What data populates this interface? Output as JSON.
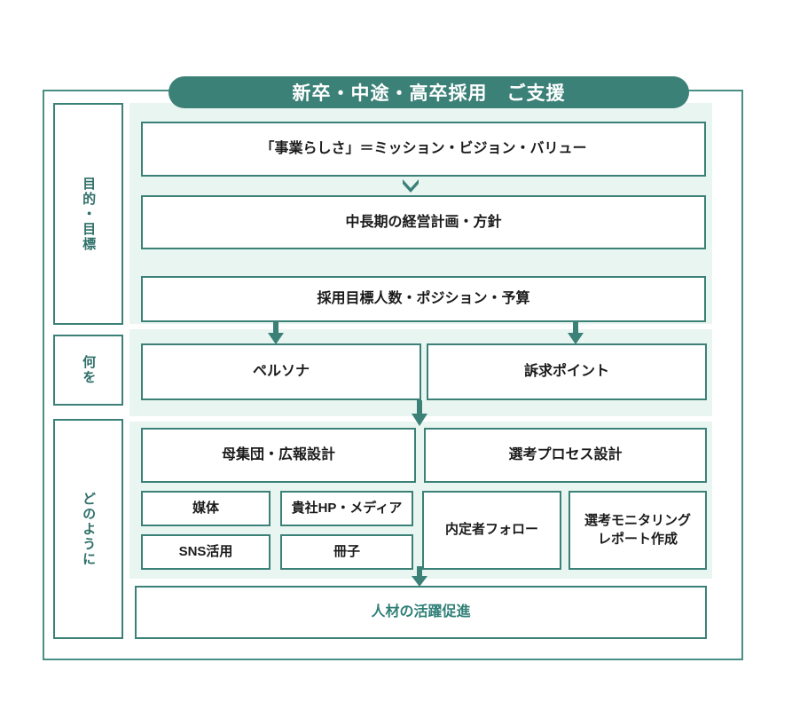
{
  "banner": {
    "title": "新卒・中途・高卒採用　ご支援"
  },
  "colors": {
    "accent": "#3b8178",
    "panel_bg": "#e9f5f1",
    "frame": "#4a8f86",
    "promote_text": "#2f7f77",
    "box_text": "#1b1b1b",
    "banner_text": "#ffffff",
    "page_bg": "#ffffff"
  },
  "sections": [
    {
      "key": "goal",
      "sidebar_label": "目的・目標",
      "boxes": [
        {
          "key": "mvv",
          "label": "「事業らしさ」＝ミッション・ビジョン・バリュー"
        },
        {
          "key": "plan",
          "label": "中長期の経営計画・方針"
        },
        {
          "key": "target",
          "label": "採用目標人数・ポジション・予算"
        }
      ]
    },
    {
      "key": "what",
      "sidebar_label": "何を",
      "boxes": [
        {
          "key": "persona",
          "label": "ペルソナ"
        },
        {
          "key": "appeal",
          "label": "訴求ポイント"
        }
      ]
    },
    {
      "key": "how",
      "sidebar_label": "どのように",
      "boxes": [
        {
          "key": "pool",
          "label": "母集団・広報設計"
        },
        {
          "key": "process",
          "label": "選考プロセス設計"
        },
        {
          "key": "media",
          "label": "媒体"
        },
        {
          "key": "hp",
          "label": "貴社HP・メディア"
        },
        {
          "key": "sns",
          "label": "SNS活用"
        },
        {
          "key": "book",
          "label": "冊子"
        },
        {
          "key": "offer",
          "label": "内定者フォロー"
        },
        {
          "key": "report",
          "label": "選考モニタリング\nレポート作成"
        }
      ]
    }
  ],
  "footer": {
    "promote_label": "人材の活躍促進"
  },
  "arrows": [
    {
      "key": "mvv-to-plan",
      "type": "chevron-down-icon"
    },
    {
      "key": "target-to-persona",
      "type": "arrow-down-icon"
    },
    {
      "key": "target-to-appeal",
      "type": "arrow-down-icon"
    },
    {
      "key": "persona-to-how",
      "type": "arrow-down-icon"
    },
    {
      "key": "how-to-promote",
      "type": "arrow-down-icon"
    }
  ]
}
